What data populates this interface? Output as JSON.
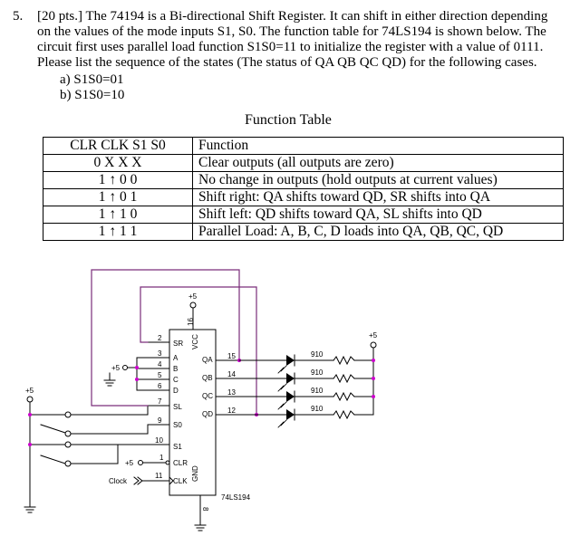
{
  "question": {
    "number": "5.",
    "lines": [
      "[20 pts.] The 74194 is a Bi-directional Shift Register. It can shift in either direction depending",
      "on the values of the mode inputs S1, S0. The function table for 74LS194 is shown below. The",
      "circuit first uses parallel load function S1S0=11 to initialize the register with a value of 0111.",
      "Please list the sequence of the states (The status of QA QB QC QD) for the following cases."
    ],
    "cases": [
      "a)  S1S0=01",
      "b)  S1S0=10"
    ]
  },
  "function_table": {
    "title": "Function Table",
    "header": [
      "CLR CLK S1  S0",
      "Function"
    ],
    "rows": [
      [
        "0   X   X   X",
        "Clear outputs (all outputs are zero)"
      ],
      [
        "1   ↑   0   0",
        "No change in outputs (hold outputs at current values)"
      ],
      [
        "1   ↑   0   1",
        "Shift right: QA shifts toward QD, SR shifts into QA"
      ],
      [
        "1   ↑   1   0",
        "Shift left:  QD shifts toward QA, SL shifts into QD"
      ],
      [
        "1   ↑   1   1",
        "Parallel Load: A, B, C, D loads into QA, QB, QC, QD"
      ]
    ]
  },
  "circuit": {
    "chip_name": "74LS194",
    "input_pins": [
      "SR",
      "A",
      "B",
      "C",
      "D",
      "SL",
      "S0",
      "S1",
      "CLR",
      "CLK"
    ],
    "input_pin_numbers": [
      "2",
      "3",
      "4",
      "5",
      "6",
      "7",
      "9",
      "10",
      "1",
      "11"
    ],
    "output_pins": [
      "QA",
      "QB",
      "QC",
      "QD"
    ],
    "output_pin_numbers": [
      "15",
      "14",
      "13",
      "12"
    ],
    "power_pins": [
      "VCC",
      "GND"
    ],
    "power_pin_numbers": [
      "16",
      "8"
    ],
    "supply_labels": [
      "+5",
      "+5",
      "+5",
      "+5",
      "+5"
    ],
    "resistor_labels": [
      "910",
      "910",
      "910",
      "910"
    ],
    "clock_label": "Clock"
  }
}
